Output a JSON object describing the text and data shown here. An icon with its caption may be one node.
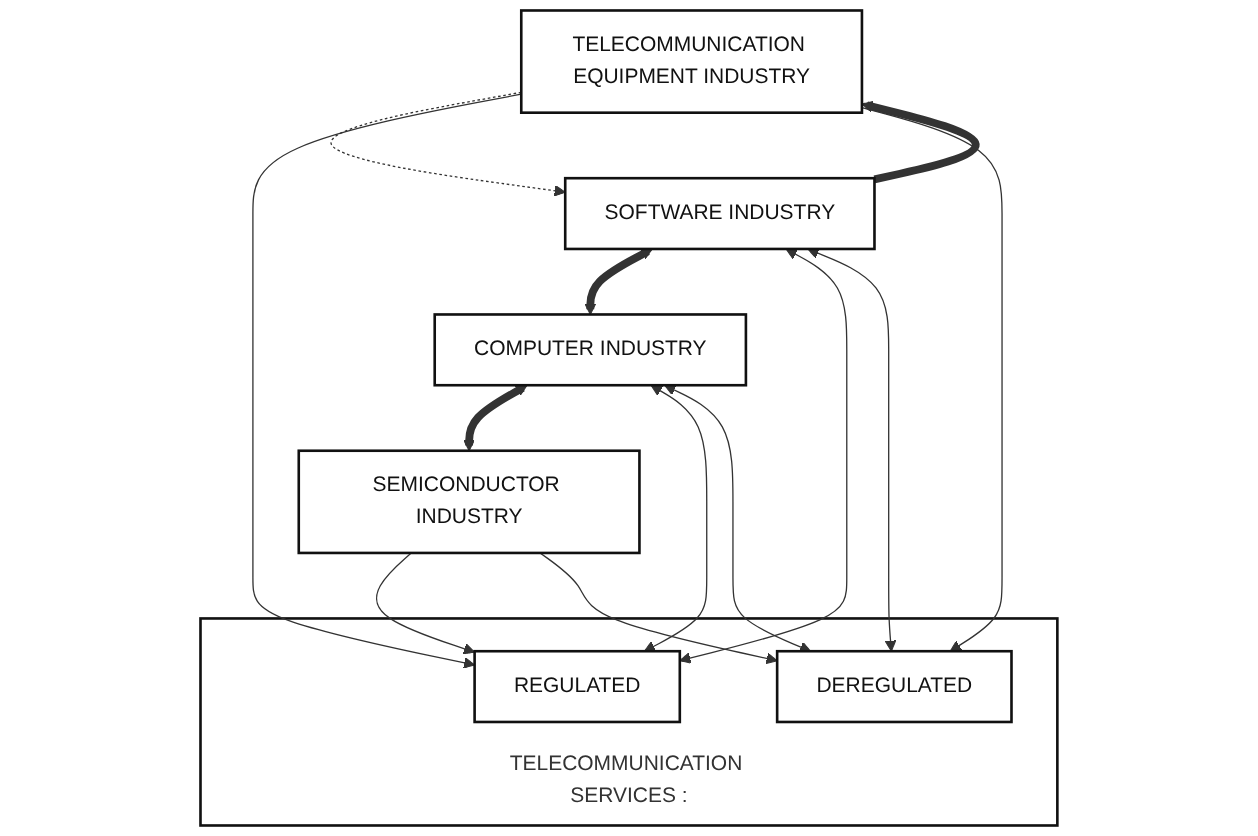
{
  "diagram": {
    "nodes": [
      {
        "text": [
          "TELECOMMUNICATION EQUIPMENT INDUSTRY"
        ]
      },
      {
        "text": [
          "SOFTWARE INDUSTRY"
        ]
      },
      {
        "text": [
          "COMPUTER INDUSTRY"
        ]
      },
      {
        "text": [
          "SEMICONDUCTOR INDUSTRY"
        ]
      },
      {
        "text": [
          "TELECOMMUNICATION SERVICES :"
        ]
      },
      {
        "text": [
          "REGULATED"
        ],
        "in": 4
      },
      {
        "text": [
          "DEREGULATED"
        ],
        "in": 4
      }
    ],
    "edges": [
      {
        "from": 0,
        "to": 1,
        "arrow": "to",
        "style": "dashed"
      },
      {
        "from": 1,
        "to": 0,
        "arrow": "to",
        "style": "thick"
      },
      {
        "from": 1,
        "to": 2,
        "arrow": "both",
        "style": "thick"
      },
      {
        "from": 2,
        "to": 3,
        "arrow": "both",
        "style": "thick"
      },
      {
        "from": 0,
        "to": 5,
        "arrow": "to"
      },
      {
        "from": 0,
        "to": 6,
        "arrow": "to"
      },
      {
        "from": 3,
        "to": 5,
        "arrow": "to"
      },
      {
        "from": 3,
        "to": 6,
        "arrow": "to"
      },
      {
        "from": 1,
        "to": 5,
        "arrow": "both"
      },
      {
        "from": 1,
        "to": 6,
        "arrow": "both"
      },
      {
        "from": 2,
        "to": 5,
        "arrow": "both"
      },
      {
        "from": 2,
        "to": 6,
        "arrow": "both"
      }
    ]
  }
}
